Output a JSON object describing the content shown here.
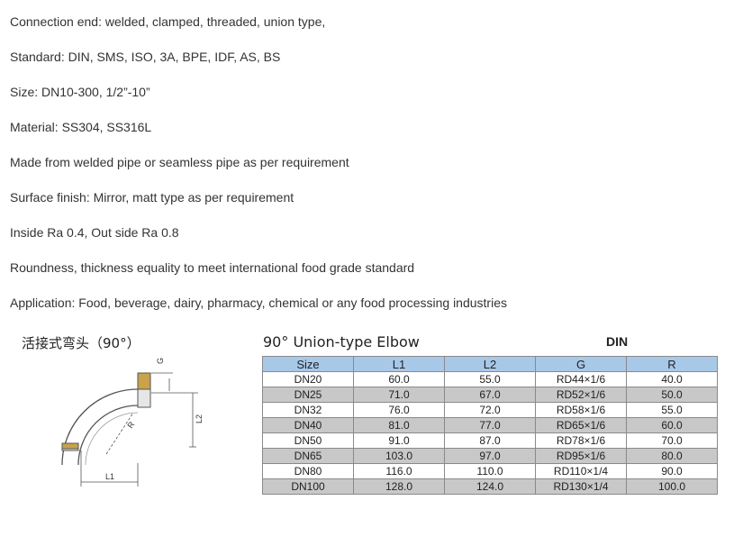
{
  "specs": [
    "Connection end: welded, clamped, threaded, union type,",
    "Standard: DIN, SMS, ISO, 3A, BPE, IDF, AS, BS",
    "Size: DN10-300, 1/2”-10”",
    "Material: SS304, SS316L",
    "Made from welded pipe or seamless pipe as per requirement",
    "Surface finish: Mirror, matt type as per requirement",
    "Inside Ra 0.4, Out side Ra 0.8",
    "Roundness, thickness equality to meet international food grade standard",
    "Application: Food, beverage, dairy, pharmacy, chemical or any food processing industries"
  ],
  "drawing": {
    "title": "活接式弯头（90°）",
    "labels": {
      "g": "G",
      "l2": "L2",
      "r": "R",
      "l1": "L1"
    }
  },
  "table": {
    "title": "90° Union-type Elbow",
    "standard": "DIN",
    "headers": [
      "Size",
      "L1",
      "L2",
      "G",
      "R"
    ],
    "rows": [
      [
        "DN20",
        "60.0",
        "55.0",
        "RD44×1/6",
        "40.0"
      ],
      [
        "DN25",
        "71.0",
        "67.0",
        "RD52×1/6",
        "50.0"
      ],
      [
        "DN32",
        "76.0",
        "72.0",
        "RD58×1/6",
        "55.0"
      ],
      [
        "DN40",
        "81.0",
        "77.0",
        "RD65×1/6",
        "60.0"
      ],
      [
        "DN50",
        "91.0",
        "87.0",
        "RD78×1/6",
        "70.0"
      ],
      [
        "DN65",
        "103.0",
        "97.0",
        "RD95×1/6",
        "80.0"
      ],
      [
        "DN80",
        "116.0",
        "110.0",
        "RD110×1/4",
        "90.0"
      ],
      [
        "DN100",
        "128.0",
        "124.0",
        "RD130×1/4",
        "100.0"
      ]
    ]
  }
}
